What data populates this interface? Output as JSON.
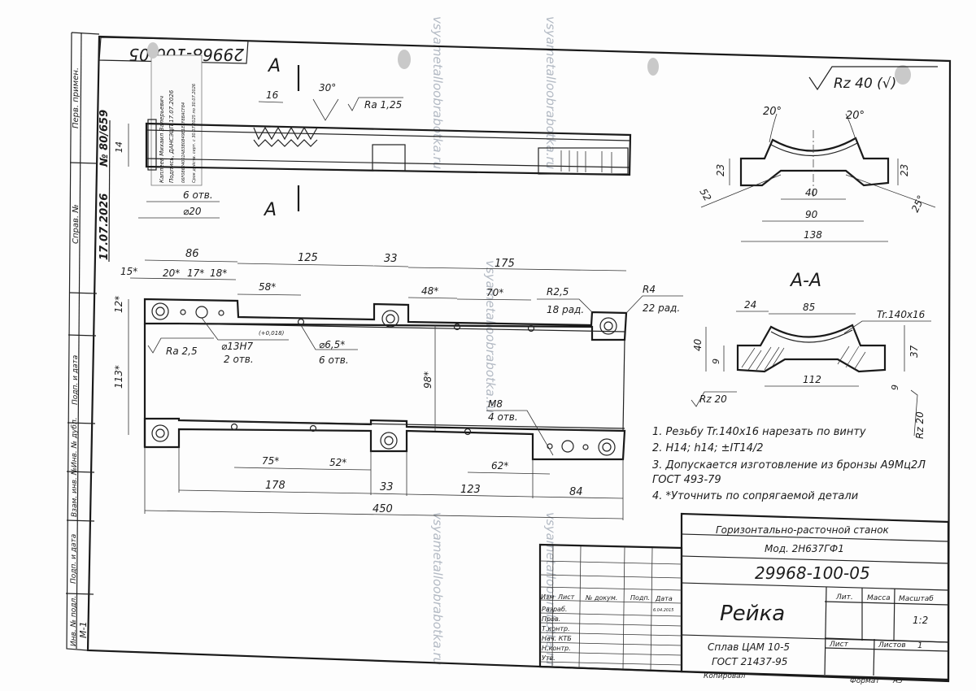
{
  "drawing": {
    "number": "29968-100-05",
    "number_stamp": "29968-100-05",
    "title": "Рейка",
    "machine": "Горизонтально-расточной станок",
    "model": "Мод. 2Н637ГФ1",
    "material_line1": "Сплав ЦАМ 10-5",
    "material_line2": "ГОСТ 21437-95",
    "scale": "1:2",
    "sheets_total": "1",
    "copied_label": "Копировал",
    "format_label": "Формат",
    "format_value": "А3",
    "roughness_general": "Rz 40 (√)"
  },
  "side_labels": {
    "perv_primen": "Перв. примен.",
    "sprav_no": "Справ. №",
    "podp_data_1": "Подп. и дата",
    "inv_dubl": "Инв. № дубл.",
    "vzam_inv": "Взам. инв. №",
    "podp_data_2": "Подп. и дата",
    "inv_podl": "Инв. № подл.",
    "order_no": "№ 80/659",
    "date": "17.07.2026",
    "m1": "М-1"
  },
  "stamp": {
    "line1": "Каплеев Михаил Валерьевич",
    "line2": "Подпись, ДАНСЭЦП 17.07.2026",
    "line3": "06F08624002A83B0B49E1EEF8BACF84",
    "line4": "Срок действ. серт. с 30.07.2025 по 30.07.2026"
  },
  "title_block": {
    "headers": [
      "Изм",
      "Лист",
      "№ докум.",
      "Подп.",
      "Дата"
    ],
    "roles": [
      "Разраб.",
      "Пров.",
      "Т.контр.",
      "Нач. КТБ",
      "Н.контр.",
      "Утв."
    ],
    "razrab_date": "6.04.2015",
    "lit_label": "Лит.",
    "massa_label": "Масса",
    "masshtab_label": "Масштаб",
    "list_label": "Лист",
    "listov_label": "Листов"
  },
  "section_label": "А-А",
  "cut_letter": "А",
  "notes": [
    "1. Резьбу Tr.140х16 нарезать по винту",
    "2. Н14; h14; ±IT14/2",
    "3. Допускается изготовление из бронзы А9Мц2Л",
    "ГОСТ 493-79",
    "4. *Уточнить по сопрягаемой детали"
  ],
  "dims": {
    "top": {
      "d16": "16",
      "a30": "30°",
      "ra125": "Ra 1,25",
      "h14": "14",
      "otv6": "6 отв.",
      "d20": "⌀20"
    },
    "plan": {
      "d86": "86",
      "d125": "125",
      "d33a": "33",
      "d175": "175",
      "d15": "15*",
      "d20": "20*",
      "d17": "17*",
      "d18": "18*",
      "d58": "58*",
      "d48": "48*",
      "d70": "70*",
      "r25": "R2,5",
      "rad18": "18 рад.",
      "r4": "R4",
      "rad22": "22 рад.",
      "d12": "12*",
      "d113": "113*",
      "d98": "98*",
      "ra25": "Ra 2,5",
      "hole13": "⌀13Н7",
      "tol13": "(+0,018)",
      "otv2": "2 отв.",
      "hole65": "⌀6,5*",
      "otv6": "6 отв.",
      "m8": "М8",
      "otv4": "4 отв.",
      "d75": "75*",
      "d52": "52*",
      "d62": "62*",
      "d178": "178",
      "d33b": "33",
      "d123": "123",
      "d84": "84",
      "d450": "450"
    },
    "profile": {
      "a20l": "20°",
      "a20r": "20°",
      "d23l": "23",
      "d23r": "23",
      "d52": "52",
      "a25": "25°",
      "d40": "40",
      "d90": "90",
      "d138": "138"
    },
    "section": {
      "d24": "24",
      "d85": "85",
      "tr": "Tr.140х16",
      "d40": "40",
      "d9l": "9",
      "d37": "37",
      "d9r": "9",
      "d112": "112",
      "rz20a": "Rz 20",
      "rz20b": "Rz 20"
    }
  },
  "watermark": "vsyametalloobrabotka.ru"
}
